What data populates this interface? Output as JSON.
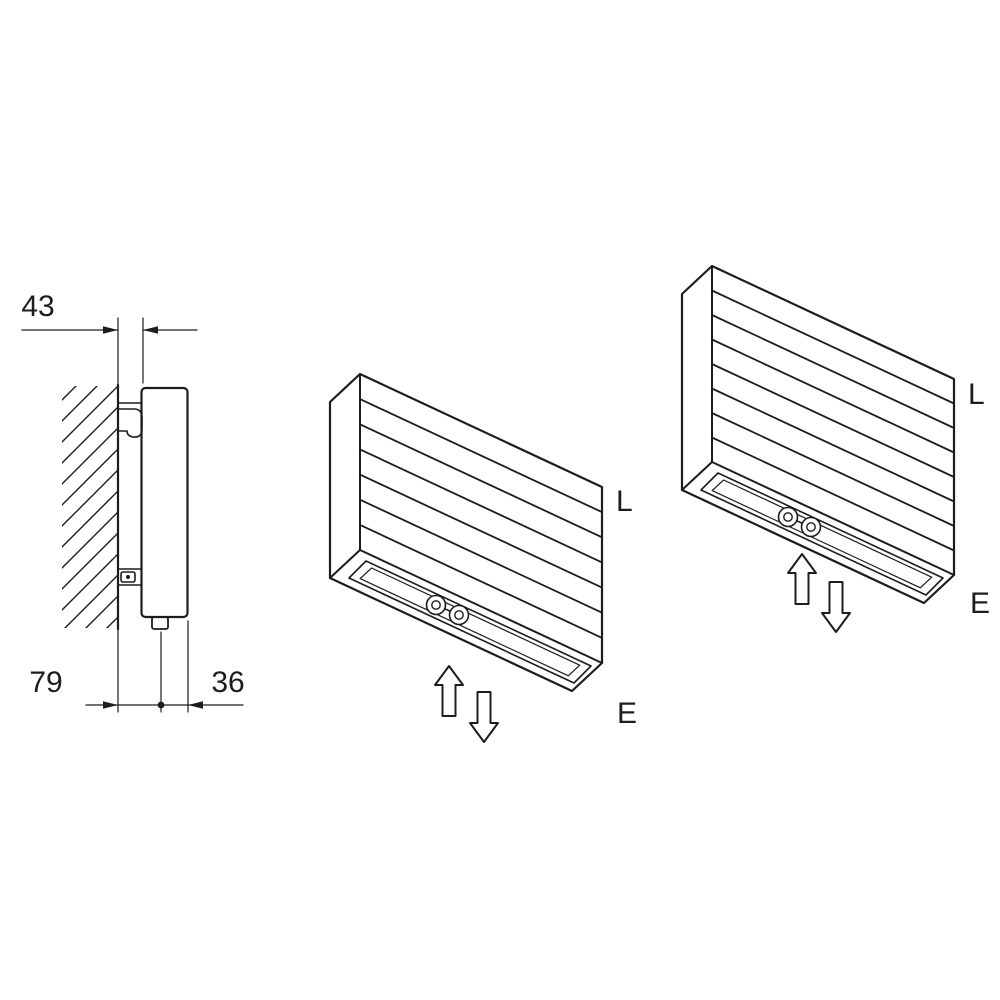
{
  "side_view": {
    "dim_top": "43",
    "dim_bottom_left": "79",
    "dim_bottom_right": "36"
  },
  "radiator_a": {
    "label_l": "L",
    "label_e": "E"
  },
  "radiator_b": {
    "label_l": "L",
    "label_e": "E"
  },
  "colors": {
    "line": "#1d1d1b",
    "background": "#ffffff"
  }
}
